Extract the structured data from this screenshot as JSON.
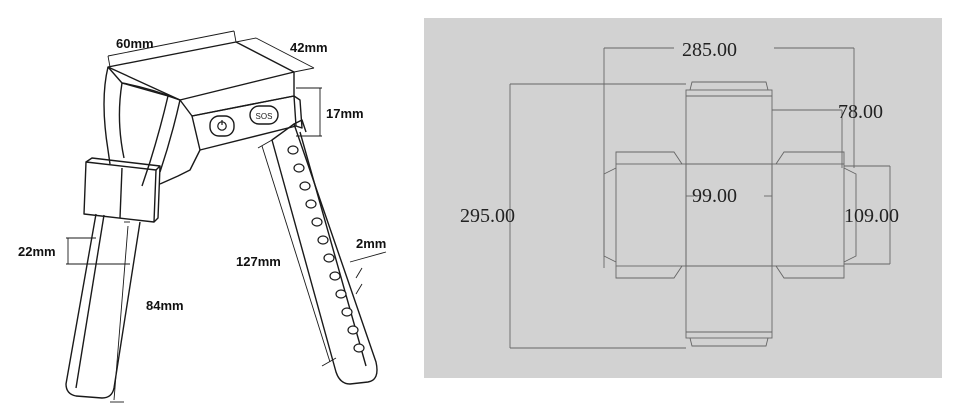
{
  "device_dimensions": {
    "width": "60mm",
    "depth": "42mm",
    "height": "17mm",
    "strap_width": "22mm",
    "strap_length": "84mm",
    "band_length": "127mm",
    "band_thickness": "2mm",
    "buttons": [
      "SOS"
    ]
  },
  "box_dimensions": {
    "overall_width": "285.00",
    "overall_height": "295.00",
    "top_right_panel": "78.00",
    "center_width": "99.00",
    "side_height": "109.00"
  },
  "colors": {
    "panel_background": "#d2d2d2",
    "line": "#666666",
    "device_line": "#1a1a1a"
  }
}
